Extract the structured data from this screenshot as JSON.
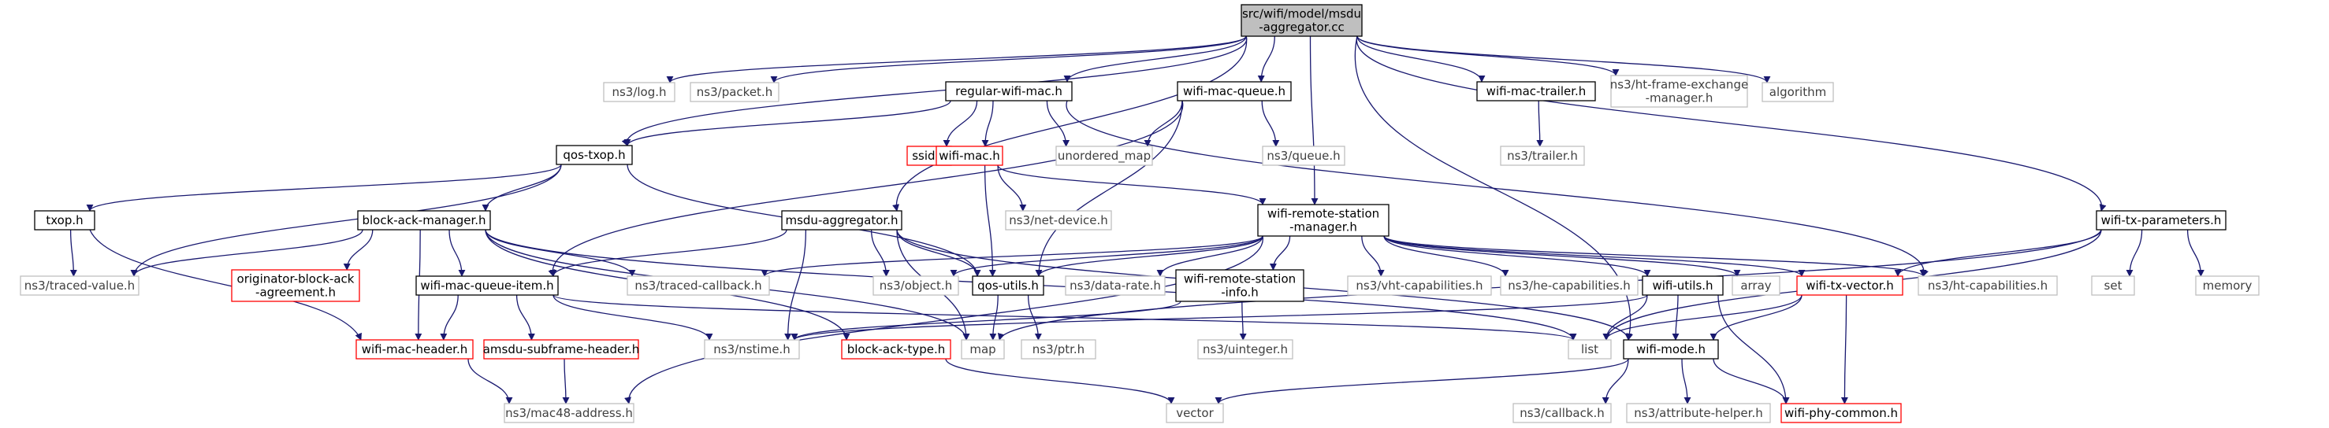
{
  "graph": {
    "colors": {
      "edge": "#191970",
      "root_fill": "#bfbfbf",
      "documented_border": "#000000",
      "undocumented_border": "#bfbfbf",
      "missing_border": "#ff0000",
      "muted_text": "#404040"
    },
    "nodes": {
      "n_root": {
        "lines": [
          "src/wifi/model/msdu",
          "-aggregator.cc"
        ],
        "style": "root"
      },
      "n_log": {
        "lines": [
          "ns3/log.h"
        ],
        "style": "plain"
      },
      "n_packet": {
        "lines": [
          "ns3/packet.h"
        ],
        "style": "plain"
      },
      "n_regular_wifi_mac": {
        "lines": [
          "regular-wifi-mac.h"
        ],
        "style": "doc"
      },
      "n_msdu_aggregator": {
        "lines": [
          "msdu-aggregator.h"
        ],
        "style": "doc"
      },
      "n_wifi_mac_queue": {
        "lines": [
          "wifi-mac-queue.h"
        ],
        "style": "doc"
      },
      "n_wifi_mac_trailer": {
        "lines": [
          "wifi-mac-trailer.h"
        ],
        "style": "doc"
      },
      "n_ht_frame_exchange": {
        "lines": [
          "ns3/ht-frame-exchange",
          "-manager.h"
        ],
        "style": "plain"
      },
      "n_algorithm": {
        "lines": [
          "algorithm"
        ],
        "style": "plain"
      },
      "n_qos_txop": {
        "lines": [
          "qos-txop.h"
        ],
        "style": "doc"
      },
      "n_ssid": {
        "lines": [
          "ssid.h"
        ],
        "style": "missing"
      },
      "n_wifi_mac": {
        "lines": [
          "wifi-mac.h"
        ],
        "style": "missing"
      },
      "n_unordered_map": {
        "lines": [
          "unordered_map"
        ],
        "style": "plain"
      },
      "n_queue": {
        "lines": [
          "ns3/queue.h"
        ],
        "style": "plain"
      },
      "n_trailer": {
        "lines": [
          "ns3/trailer.h"
        ],
        "style": "plain"
      },
      "n_txop": {
        "lines": [
          "txop.h"
        ],
        "style": "doc"
      },
      "n_block_ack_manager": {
        "lines": [
          "block-ack-manager.h"
        ],
        "style": "doc"
      },
      "n_net_device": {
        "lines": [
          "ns3/net-device.h"
        ],
        "style": "plain"
      },
      "n_wifi_remote_station_manager": {
        "lines": [
          "wifi-remote-station",
          "-manager.h"
        ],
        "style": "doc"
      },
      "n_wifi_tx_parameters": {
        "lines": [
          "wifi-tx-parameters.h"
        ],
        "style": "doc"
      },
      "n_traced_value": {
        "lines": [
          "ns3/traced-value.h"
        ],
        "style": "plain"
      },
      "n_originator": {
        "lines": [
          "originator-block-ack",
          "-agreement.h"
        ],
        "style": "missing"
      },
      "n_wifi_mac_queue_item": {
        "lines": [
          "wifi-mac-queue-item.h"
        ],
        "style": "doc"
      },
      "n_traced_callback": {
        "lines": [
          "ns3/traced-callback.h"
        ],
        "style": "plain"
      },
      "n_object": {
        "lines": [
          "ns3/object.h"
        ],
        "style": "plain"
      },
      "n_qos_utils": {
        "lines": [
          "qos-utils.h"
        ],
        "style": "doc"
      },
      "n_data_rate": {
        "lines": [
          "ns3/data-rate.h"
        ],
        "style": "plain"
      },
      "n_wifi_remote_station_info": {
        "lines": [
          "wifi-remote-station",
          "-info.h"
        ],
        "style": "doc"
      },
      "n_vht_capabilities": {
        "lines": [
          "ns3/vht-capabilities.h"
        ],
        "style": "plain"
      },
      "n_he_capabilities": {
        "lines": [
          "ns3/he-capabilities.h"
        ],
        "style": "plain"
      },
      "n_wifi_utils": {
        "lines": [
          "wifi-utils.h"
        ],
        "style": "doc"
      },
      "n_array": {
        "lines": [
          "array"
        ],
        "style": "plain"
      },
      "n_wifi_tx_vector": {
        "lines": [
          "wifi-tx-vector.h"
        ],
        "style": "missing"
      },
      "n_ht_capabilities": {
        "lines": [
          "ns3/ht-capabilities.h"
        ],
        "style": "plain"
      },
      "n_set": {
        "lines": [
          "set"
        ],
        "style": "plain"
      },
      "n_memory": {
        "lines": [
          "memory"
        ],
        "style": "plain"
      },
      "n_wifi_mac_header": {
        "lines": [
          "wifi-mac-header.h"
        ],
        "style": "missing"
      },
      "n_amsdu_subframe_header": {
        "lines": [
          "amsdu-subframe-header.h"
        ],
        "style": "missing"
      },
      "n_nstime": {
        "lines": [
          "ns3/nstime.h"
        ],
        "style": "plain"
      },
      "n_block_ack_type": {
        "lines": [
          "block-ack-type.h"
        ],
        "style": "missing"
      },
      "n_map": {
        "lines": [
          "map"
        ],
        "style": "plain"
      },
      "n_ptr": {
        "lines": [
          "ns3/ptr.h"
        ],
        "style": "plain"
      },
      "n_uinteger": {
        "lines": [
          "ns3/uinteger.h"
        ],
        "style": "plain"
      },
      "n_list": {
        "lines": [
          "list"
        ],
        "style": "plain"
      },
      "n_wifi_mode": {
        "lines": [
          "wifi-mode.h"
        ],
        "style": "doc"
      },
      "n_mac48_address": {
        "lines": [
          "ns3/mac48-address.h"
        ],
        "style": "plain"
      },
      "n_vector": {
        "lines": [
          "vector"
        ],
        "style": "plain"
      },
      "n_callback": {
        "lines": [
          "ns3/callback.h"
        ],
        "style": "plain"
      },
      "n_attribute_helper": {
        "lines": [
          "ns3/attribute-helper.h"
        ],
        "style": "plain"
      },
      "n_wifi_phy_common": {
        "lines": [
          "wifi-phy-common.h"
        ],
        "style": "missing"
      }
    }
  }
}
